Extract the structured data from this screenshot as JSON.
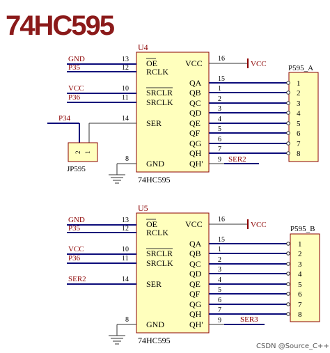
{
  "title": "74HC595",
  "watermark": "CSDN @Source_C++",
  "colors": {
    "chip_fill": "#ffffbd",
    "chip_border": "#8b0000",
    "wire": "#0b0b7a",
    "label": "#8b0000",
    "title": "#8b1a1a"
  },
  "u4": {
    "ref": "U4",
    "part": "74HC595",
    "left_pins": [
      {
        "net": "GND",
        "num": "13",
        "name": "OE"
      },
      {
        "net": "P35",
        "num": "12",
        "name": "RCLK"
      },
      {
        "net": "VCC",
        "num": "10",
        "name": "SRCLR"
      },
      {
        "net": "P36",
        "num": "11",
        "name": "SRCLK"
      },
      {
        "net": "",
        "num": "14",
        "name": "SER"
      },
      {
        "net": "",
        "num": "8",
        "name": "GND"
      }
    ],
    "vcc_pin": {
      "num": "16",
      "name": "VCC",
      "net": "VCC"
    },
    "outputs": [
      {
        "num": "15",
        "name": "QA"
      },
      {
        "num": "1",
        "name": "QB"
      },
      {
        "num": "2",
        "name": "QC"
      },
      {
        "num": "3",
        "name": "QD"
      },
      {
        "num": "4",
        "name": "QE"
      },
      {
        "num": "5",
        "name": "QF"
      },
      {
        "num": "6",
        "name": "QG"
      },
      {
        "num": "7",
        "name": "QH"
      }
    ],
    "qh_prime": {
      "num": "9",
      "name": "QH'",
      "net": "SER2"
    },
    "connector": {
      "ref": "P595_A",
      "pins": [
        "1",
        "2",
        "3",
        "4",
        "5",
        "6",
        "7",
        "8"
      ]
    }
  },
  "jumper": {
    "net": "P34",
    "ref": "JP595",
    "pins": [
      "2",
      "1"
    ]
  },
  "u5": {
    "ref": "U5",
    "part": "74HC595",
    "left_pins": [
      {
        "net": "GND",
        "num": "13",
        "name": "OE"
      },
      {
        "net": "P35",
        "num": "12",
        "name": "RCLK"
      },
      {
        "net": "VCC",
        "num": "10",
        "name": "SRCLR"
      },
      {
        "net": "P36",
        "num": "11",
        "name": "SRCLK"
      },
      {
        "net": "SER2",
        "num": "14",
        "name": "SER"
      },
      {
        "net": "",
        "num": "8",
        "name": "GND"
      }
    ],
    "vcc_pin": {
      "num": "16",
      "name": "VCC",
      "net": "VCC"
    },
    "outputs": [
      {
        "num": "15",
        "name": "QA"
      },
      {
        "num": "1",
        "name": "QB"
      },
      {
        "num": "2",
        "name": "QC"
      },
      {
        "num": "3",
        "name": "QD"
      },
      {
        "num": "4",
        "name": "QE"
      },
      {
        "num": "5",
        "name": "QF"
      },
      {
        "num": "6",
        "name": "QG"
      },
      {
        "num": "7",
        "name": "QH"
      }
    ],
    "qh_prime": {
      "num": "9",
      "name": "QH'",
      "net": "SER3"
    },
    "connector": {
      "ref": "P595_B",
      "pins": [
        "1",
        "2",
        "3",
        "4",
        "5",
        "6",
        "7",
        "8"
      ]
    }
  }
}
